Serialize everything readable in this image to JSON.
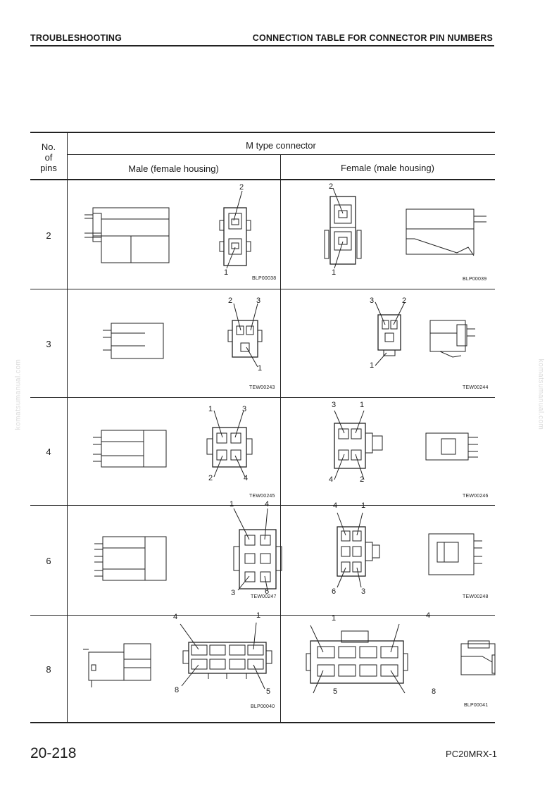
{
  "header": {
    "left": "TROUBLESHOOTING",
    "right": "CONNECTION TABLE FOR CONNECTOR PIN NUMBERS"
  },
  "table": {
    "col_header_line1": "No.",
    "col_header_line2": "of",
    "col_header_line3": "pins",
    "type_title": "M type connector",
    "male_title": "Male (female housing)",
    "female_title": "Female (male housing)",
    "rows": [
      {
        "pins": "2",
        "male_code": "BLP00038",
        "female_code": "BLP00039",
        "male_labels": [
          "2",
          "1"
        ],
        "female_labels": [
          "2",
          "1"
        ]
      },
      {
        "pins": "3",
        "male_code": "TEW00243",
        "female_code": "TEW00244",
        "male_labels": [
          "2",
          "3",
          "1"
        ],
        "female_labels": [
          "3",
          "2",
          "1"
        ]
      },
      {
        "pins": "4",
        "male_code": "TEW00245",
        "female_code": "TEW00246",
        "male_labels": [
          "1",
          "3",
          "2",
          "4"
        ],
        "female_labels": [
          "3",
          "1",
          "4",
          "2"
        ]
      },
      {
        "pins": "6",
        "male_code": "TEW00247",
        "female_code": "TEW00248",
        "male_labels": [
          "1",
          "4",
          "3",
          "6"
        ],
        "female_labels": [
          "4",
          "1",
          "6",
          "3"
        ]
      },
      {
        "pins": "8",
        "male_code": "BLP00040",
        "female_code": "BLP00041",
        "male_labels": [
          "4",
          "1",
          "8",
          "5"
        ],
        "female_labels": [
          "1",
          "4",
          "5",
          "8"
        ]
      }
    ]
  },
  "watermark": "komatsumanual.com",
  "footer": {
    "page": "20-218",
    "model": "PC20MRX-1"
  }
}
